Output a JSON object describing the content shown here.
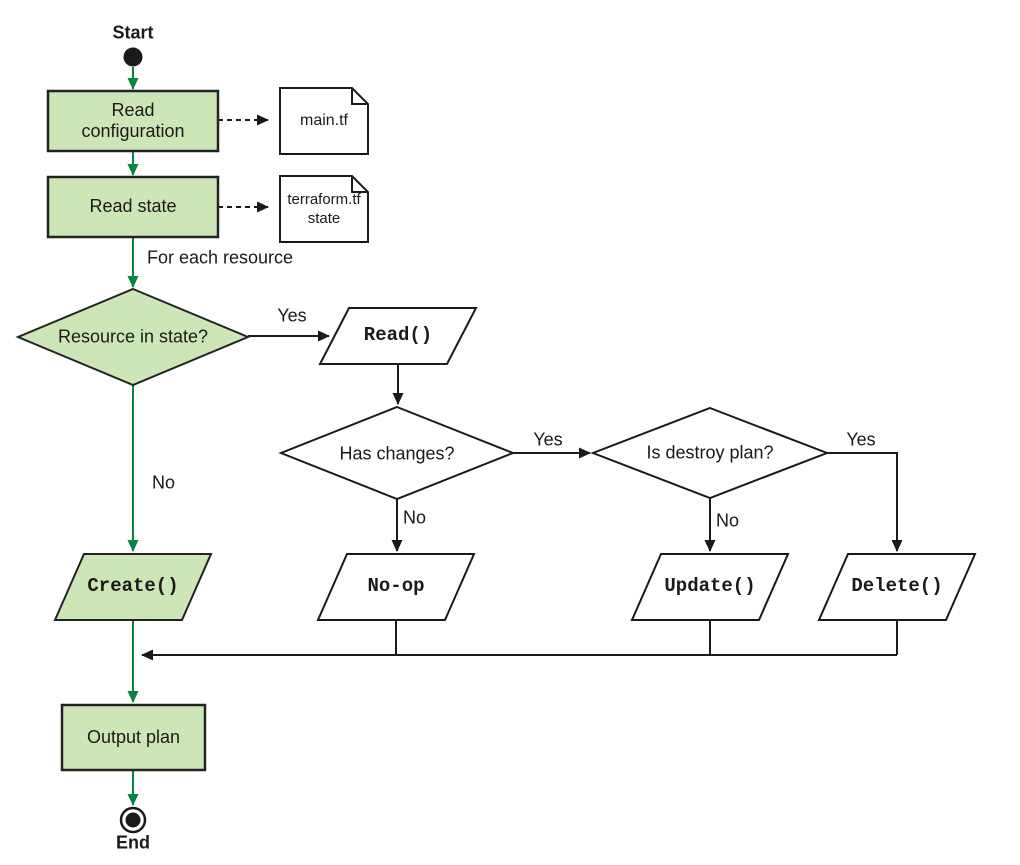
{
  "colors": {
    "bg": "#ffffff",
    "text": "#1a1a1a",
    "line": "#1a1a1a",
    "green": "#088442",
    "node_fill": "#cde6b8",
    "node_stroke": "#222222",
    "white_fill": "#ffffff"
  },
  "nodes": {
    "start": "Start",
    "read_config": "Read configuration",
    "read_state": "Read state",
    "doc_main": "main.tf",
    "doc_state_line1": "terraform.tf",
    "doc_state_line2": "state",
    "decision_resource": "Resource in state?",
    "op_read": "Read()",
    "decision_changes": "Has changes?",
    "decision_destroy": "Is destroy plan?",
    "op_create": "Create()",
    "op_noop": "No-op",
    "op_update": "Update()",
    "op_delete": "Delete()",
    "output_plan": "Output plan",
    "end": "End"
  },
  "edge_labels": {
    "for_each": "For each resource",
    "resource_yes": "Yes",
    "resource_no": "No",
    "changes_yes": "Yes",
    "changes_no": "No",
    "destroy_yes": "Yes",
    "destroy_no": "No"
  }
}
